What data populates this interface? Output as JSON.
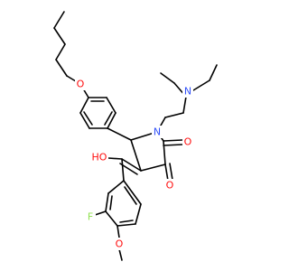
{
  "structure": {
    "atoms": {
      "o_butoxy": "O",
      "n_diethylamino": "N",
      "n_ring": "N",
      "o_carbonyl_2": "O",
      "o_carbonyl_3": "O",
      "o_hydroxy": "HO",
      "f": "F",
      "o_methoxy": "O"
    },
    "colors": {
      "oxygen": "#ff0d0d",
      "nitrogen": "#3050f8",
      "fluorine": "#90e050",
      "bond": "#000000"
    }
  }
}
